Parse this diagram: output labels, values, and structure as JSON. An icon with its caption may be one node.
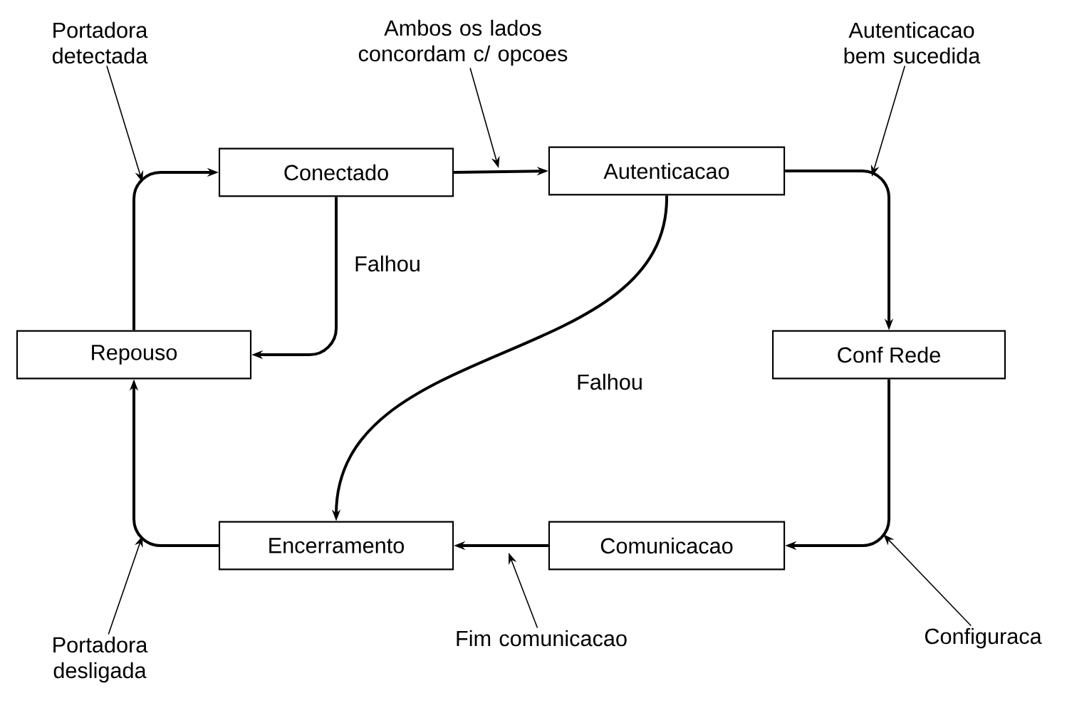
{
  "diagram": {
    "nodes": [
      {
        "text": [
          "Portadora detectada"
        ]
      },
      {
        "text": [
          "Ambos os lados concordam c/ opcoes"
        ]
      },
      {
        "text": [
          "Autenticacao bem sucedida"
        ]
      },
      {
        "text": [
          "Conectado"
        ]
      },
      {
        "text": [
          "Autenticacao"
        ]
      },
      {
        "text": [
          "Repouso"
        ]
      },
      {
        "text": [
          "Conf Rede"
        ]
      },
      {
        "text": [
          "Encerramento"
        ]
      },
      {
        "text": [
          "Comunicacao"
        ]
      },
      {
        "text": [
          "Portadora desligada"
        ]
      },
      {
        "text": [
          "Fim comunicacao"
        ]
      },
      {
        "text": [
          "Configuraca"
        ]
      }
    ],
    "edges": [
      {
        "from": 5,
        "to": 3,
        "arrow": "to"
      },
      {
        "from": 3,
        "to": 4,
        "arrow": "to"
      },
      {
        "from": 4,
        "to": 6,
        "arrow": "to"
      },
      {
        "from": 6,
        "to": 8,
        "arrow": "to"
      },
      {
        "from": 8,
        "to": 7,
        "arrow": "to"
      },
      {
        "from": 7,
        "to": 5,
        "arrow": "to"
      },
      {
        "from": 3,
        "to": 5,
        "arrow": "to",
        "label": "Falhou"
      },
      {
        "from": 4,
        "to": 7,
        "arrow": "to",
        "label": "Falhou"
      },
      {
        "from": 0,
        "to": null,
        "arrow": "to"
      },
      {
        "from": 1,
        "to": null,
        "arrow": "to"
      },
      {
        "from": 2,
        "to": null,
        "arrow": "to"
      },
      {
        "from": 9,
        "to": null,
        "arrow": "to"
      },
      {
        "from": 10,
        "to": null,
        "arrow": "to"
      },
      {
        "from": 11,
        "to": null,
        "arrow": "to"
      }
    ]
  }
}
